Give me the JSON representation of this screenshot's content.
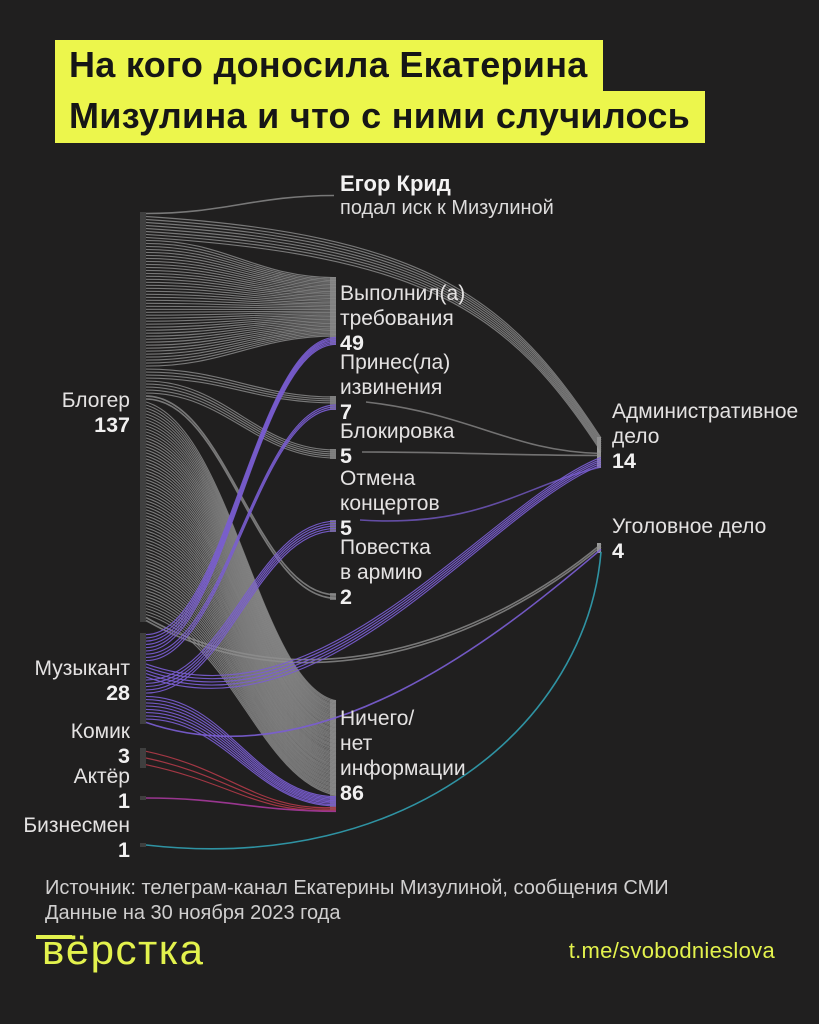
{
  "title": {
    "line1": "На кого доносила Екатерина",
    "line2": "Мизулина и что с ними случилось"
  },
  "source": {
    "line1": "Источник: телеграм-канал Екатерины Мизулиной, сообщения СМИ",
    "line2": "Данные на 30 ноября 2023 года"
  },
  "footer": {
    "logo_text": "вёрстка",
    "link": "t.me/svobodnieslova"
  },
  "colors": {
    "background": "#201f1f",
    "accent_yellow": "#ecf64c",
    "text": "#e4e2e2",
    "flows": {
      "gray": "#8f8f8f",
      "purple": "#7a5dd1",
      "red": "#ab3947",
      "magenta": "#99368f",
      "teal": "#2f93a3"
    }
  },
  "chart_data": {
    "type": "sankey",
    "title": "На кого доносила Екатерина Мизулина и что с ними случилось",
    "legend": "none",
    "nodes": [
      {
        "id": "blogger",
        "column": "left",
        "label_lines": [
          "Блогер"
        ],
        "value": 137
      },
      {
        "id": "musician",
        "column": "left",
        "label_lines": [
          "Музыкант"
        ],
        "value": 28
      },
      {
        "id": "komik",
        "column": "left",
        "label_lines": [
          "Комик"
        ],
        "value": 3
      },
      {
        "id": "akter",
        "column": "left",
        "label_lines": [
          "Актёр"
        ],
        "value": 1
      },
      {
        "id": "biznesmen",
        "column": "left",
        "label_lines": [
          "Бизнесмен"
        ],
        "value": 1
      },
      {
        "id": "egor",
        "column": "middle",
        "label_lines": [
          "Егор Крид"
        ],
        "sublabel": "подал иск к Мизулиной",
        "value": ""
      },
      {
        "id": "vypolnil",
        "column": "middle",
        "label_lines": [
          "Выполнил(а)",
          "требования"
        ],
        "value": 49
      },
      {
        "id": "prines",
        "column": "middle",
        "label_lines": [
          "Принес(ла)",
          "извинения"
        ],
        "value": 7
      },
      {
        "id": "blokirovka",
        "column": "middle",
        "label_lines": [
          "Блокировка"
        ],
        "value": 5
      },
      {
        "id": "otmena",
        "column": "middle",
        "label_lines": [
          "Отмена",
          "концертов"
        ],
        "value": 5
      },
      {
        "id": "povestka",
        "column": "middle",
        "label_lines": [
          "Повестка",
          "в армию"
        ],
        "value": 2
      },
      {
        "id": "nichego",
        "column": "middle",
        "label_lines": [
          "Ничего/",
          "нет",
          "информации"
        ],
        "value": 86
      },
      {
        "id": "adm",
        "column": "right",
        "label_lines": [
          "Административное",
          "дело"
        ],
        "value": 14
      },
      {
        "id": "ugolovnoe",
        "column": "right",
        "label_lines": [
          "Уголовное дело"
        ],
        "value": 4
      }
    ],
    "links": [
      {
        "source": "blogger",
        "target": "egor",
        "value": 1,
        "color": "gray"
      },
      {
        "source": "blogger",
        "target": "adm",
        "value": 8,
        "color": "gray"
      },
      {
        "source": "blogger",
        "target": "vypolnil",
        "value": 43,
        "color": "gray"
      },
      {
        "source": "blogger",
        "target": "prines",
        "value": 4,
        "color": "gray"
      },
      {
        "source": "blogger",
        "target": "blokirovka",
        "value": 5,
        "color": "gray"
      },
      {
        "source": "blogger",
        "target": "povestka",
        "value": 2,
        "color": "gray"
      },
      {
        "source": "blogger",
        "target": "nichego",
        "value": 72,
        "color": "gray"
      },
      {
        "source": "blogger",
        "target": "ugolovnoe",
        "value": 2,
        "color": "gray"
      },
      {
        "source": "prines",
        "target": "adm",
        "value": 1,
        "color": "gray"
      },
      {
        "source": "blokirovka",
        "target": "adm",
        "value": 1,
        "color": "gray"
      },
      {
        "source": "musician",
        "target": "vypolnil",
        "value": 6,
        "color": "purple"
      },
      {
        "source": "musician",
        "target": "prines",
        "value": 3,
        "color": "purple"
      },
      {
        "source": "musician",
        "target": "adm",
        "value": 5,
        "color": "purple"
      },
      {
        "source": "musician",
        "target": "otmena",
        "value": 5,
        "color": "purple"
      },
      {
        "source": "musician",
        "target": "nichego",
        "value": 8,
        "color": "purple"
      },
      {
        "source": "musician",
        "target": "ugolovnoe",
        "value": 1,
        "color": "purple"
      },
      {
        "source": "otmena",
        "target": "adm",
        "value": 1,
        "color": "purple"
      },
      {
        "source": "komik",
        "target": "nichego",
        "value": 3,
        "color": "red"
      },
      {
        "source": "akter",
        "target": "nichego",
        "value": 1,
        "color": "magenta"
      },
      {
        "source": "biznesmen",
        "target": "ugolovnoe",
        "value": 1,
        "color": "teal"
      }
    ]
  }
}
